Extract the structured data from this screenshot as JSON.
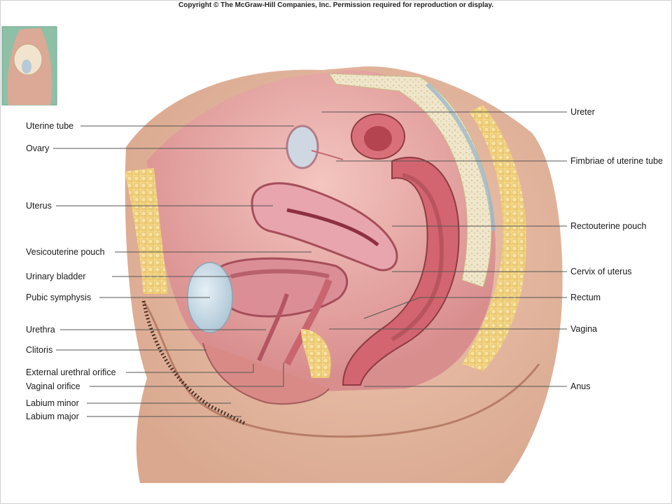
{
  "copyright": "Copyright © The McGraw-Hill Companies, Inc. Permission required for reproduction or display.",
  "colors": {
    "skin": "#d9a88f",
    "skin_dark": "#b77d66",
    "fat": "#f2d27f",
    "muscle": "#d0707a",
    "organ_pink": "#e79aa3",
    "bone": "#ece3c6",
    "bladder": "#c9dce8",
    "leader": "#555555"
  },
  "labels": {
    "left": [
      "Uterine tube",
      "Ovary",
      "Uterus",
      "Vesicouterine pouch",
      "Urinary bladder",
      "Pubic symphysis",
      "Urethra",
      "Clitoris",
      "External urethral orifice",
      "Vaginal orifice",
      "Labium minor",
      "Labium major"
    ],
    "right": [
      "Ureter",
      "Fimbriae of uterine tube",
      "Rectouterine pouch",
      "Cervix of uterus",
      "Rectum",
      "Vagina",
      "Anus"
    ]
  }
}
